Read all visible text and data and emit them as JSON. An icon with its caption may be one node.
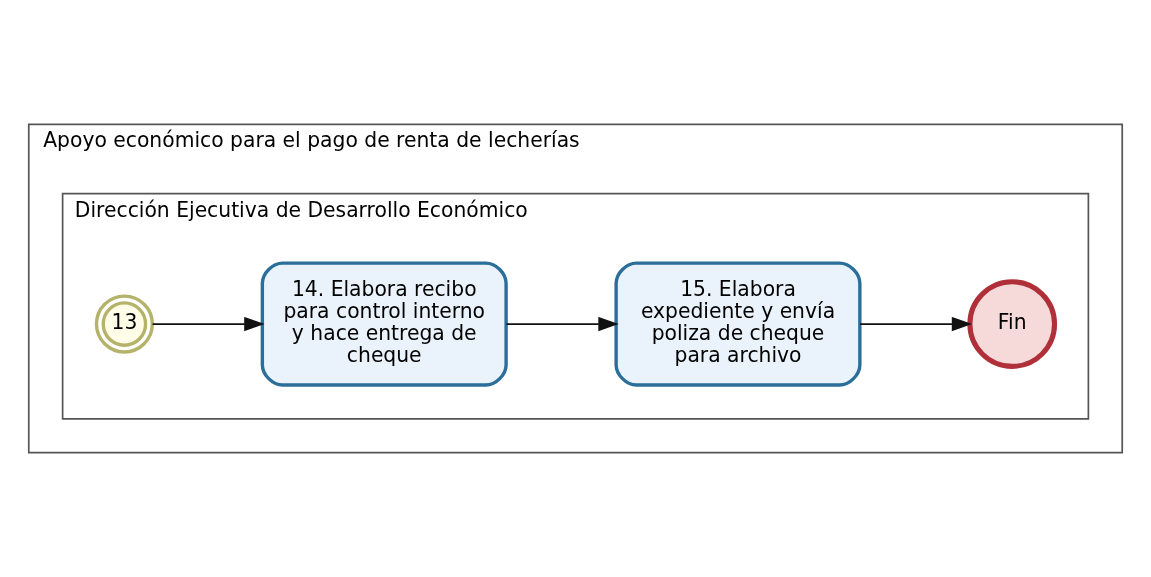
{
  "diagram": {
    "nodes": [
      {
        "text": [
          "Apoyo económico para el pago de renta de lecherías"
        ]
      },
      {
        "text": [
          "Dirección Ejecutiva de Desarrollo Económico"
        ],
        "in": 0
      },
      {
        "text": [
          "13"
        ],
        "in": 1
      },
      {
        "text": [
          "14. Elabora recibo para control interno y hace entrega de cheque"
        ],
        "in": 1
      },
      {
        "text": [
          "15. Elabora expediente y envía poliza de cheque para archivo"
        ],
        "in": 1
      },
      {
        "text": [
          "Fin"
        ],
        "in": 1
      }
    ],
    "edges": [
      {
        "from": 2,
        "to": 3,
        "arrow": "to"
      },
      {
        "from": 3,
        "to": 4,
        "arrow": "to"
      },
      {
        "from": 4,
        "to": 5,
        "arrow": "to"
      }
    ]
  }
}
